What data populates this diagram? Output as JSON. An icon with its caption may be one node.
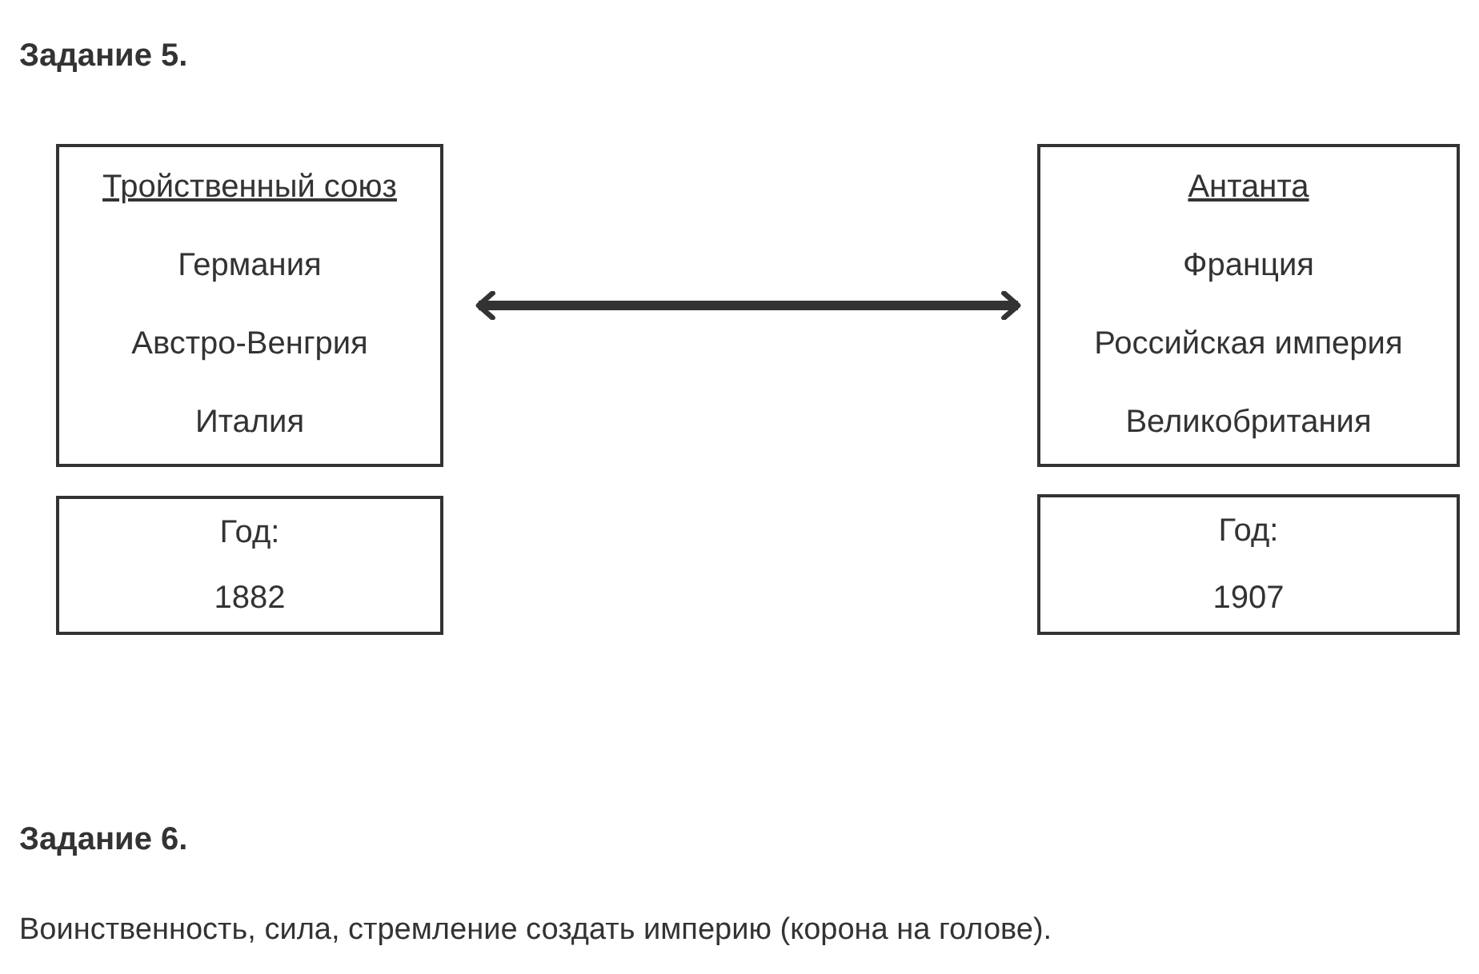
{
  "diagram": {
    "nodes": [
      {
        "text": [
          "Тройственный союз",
          "Германия",
          "Австро-Венгрия",
          "Италия"
        ]
      },
      {
        "text": [
          "Год:",
          "1882"
        ]
      },
      {
        "text": [
          "Антанта",
          "Франция",
          "Российская империя",
          "Великобритания"
        ]
      },
      {
        "text": [
          "Год:",
          "1907"
        ]
      }
    ],
    "edges": [
      {
        "from": 0,
        "to": 2,
        "arrow": "both"
      }
    ],
    "labels": [
      "Задание 5.",
      "Задание 6.",
      "Воинственность, сила, стремление создать империю (корона на голове)."
    ]
  }
}
